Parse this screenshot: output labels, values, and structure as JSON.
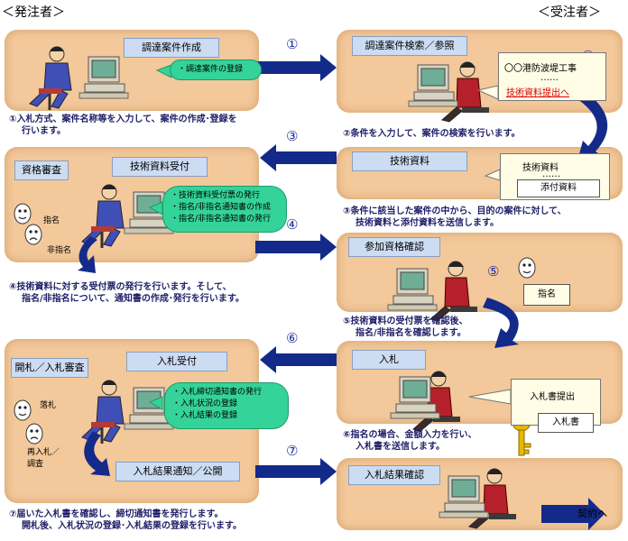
{
  "header": {
    "orderer": "＜発注者＞",
    "contractor": "＜受注者＞"
  },
  "step_numbers": [
    "①",
    "②",
    "③",
    "④",
    "⑤",
    "⑥",
    "⑦"
  ],
  "panels": {
    "p1": {
      "title": "調達案件作成",
      "bubble": "・調達案件の登録"
    },
    "p2": {
      "title": "調達案件検索／参照",
      "note_line1": "〇〇港防波堤工事",
      "note_dots": "……",
      "note_link": "技術資料提出へ"
    },
    "p3": {
      "tag": "資格審査",
      "title": "技術資料受付",
      "bubble": [
        "・技術資料受付票の発行",
        "・指名/非指名通知書の作成",
        "・指名/非指名通知書の発行"
      ],
      "mask_label1": "指名",
      "mask_label2": "非指名"
    },
    "p4": {
      "title": "技術資料",
      "note_line1": "技術資料",
      "note_dots": "……",
      "box": "添付資料"
    },
    "p5": {
      "title": "参加資格確認",
      "box": "指名"
    },
    "p6": {
      "tag": "開札／入札審査",
      "title": "入札受付",
      "bubble": [
        "・入札締切通知書の発行",
        "・入札状況の登録",
        "・入札結果の登録"
      ],
      "mask_label1": "落札",
      "mask_label2": "再入札／",
      "mask_label3": "調査",
      "title2": "入札結果通知／公開"
    },
    "p7": {
      "title": "入札",
      "note_line1": "入札書提出",
      "box": "入札書"
    },
    "p8": {
      "title": "入札結果確認",
      "arrow_label": "契約へ"
    }
  },
  "captions": {
    "c1": [
      "①入札方式、案件名称等を入力して、案件の作成･登録を",
      "行います。"
    ],
    "c2": [
      "②条件を入力して、案件の検索を行います。"
    ],
    "c3": [
      "③条件に該当した案件の中から、目的の案件に対して、",
      "技術資料と添付資料を送信します。"
    ],
    "c4": [
      "④技術資料に対する受付票の発行を行います。そして、",
      "指名/非指名について、通知書の作成･発行を行います。"
    ],
    "c5": [
      "⑤技術資料の受付票を確認後、",
      "指名/非指名を確認します。"
    ],
    "c6": [
      "⑥指名の場合、金額入力を行い、",
      "入札書を送信します。"
    ],
    "c7": [
      "⑦届いた入札書を確認し、締切通知書を発行します。",
      "開札後、入札状況の登録･入札結果の登録を行います。"
    ]
  }
}
